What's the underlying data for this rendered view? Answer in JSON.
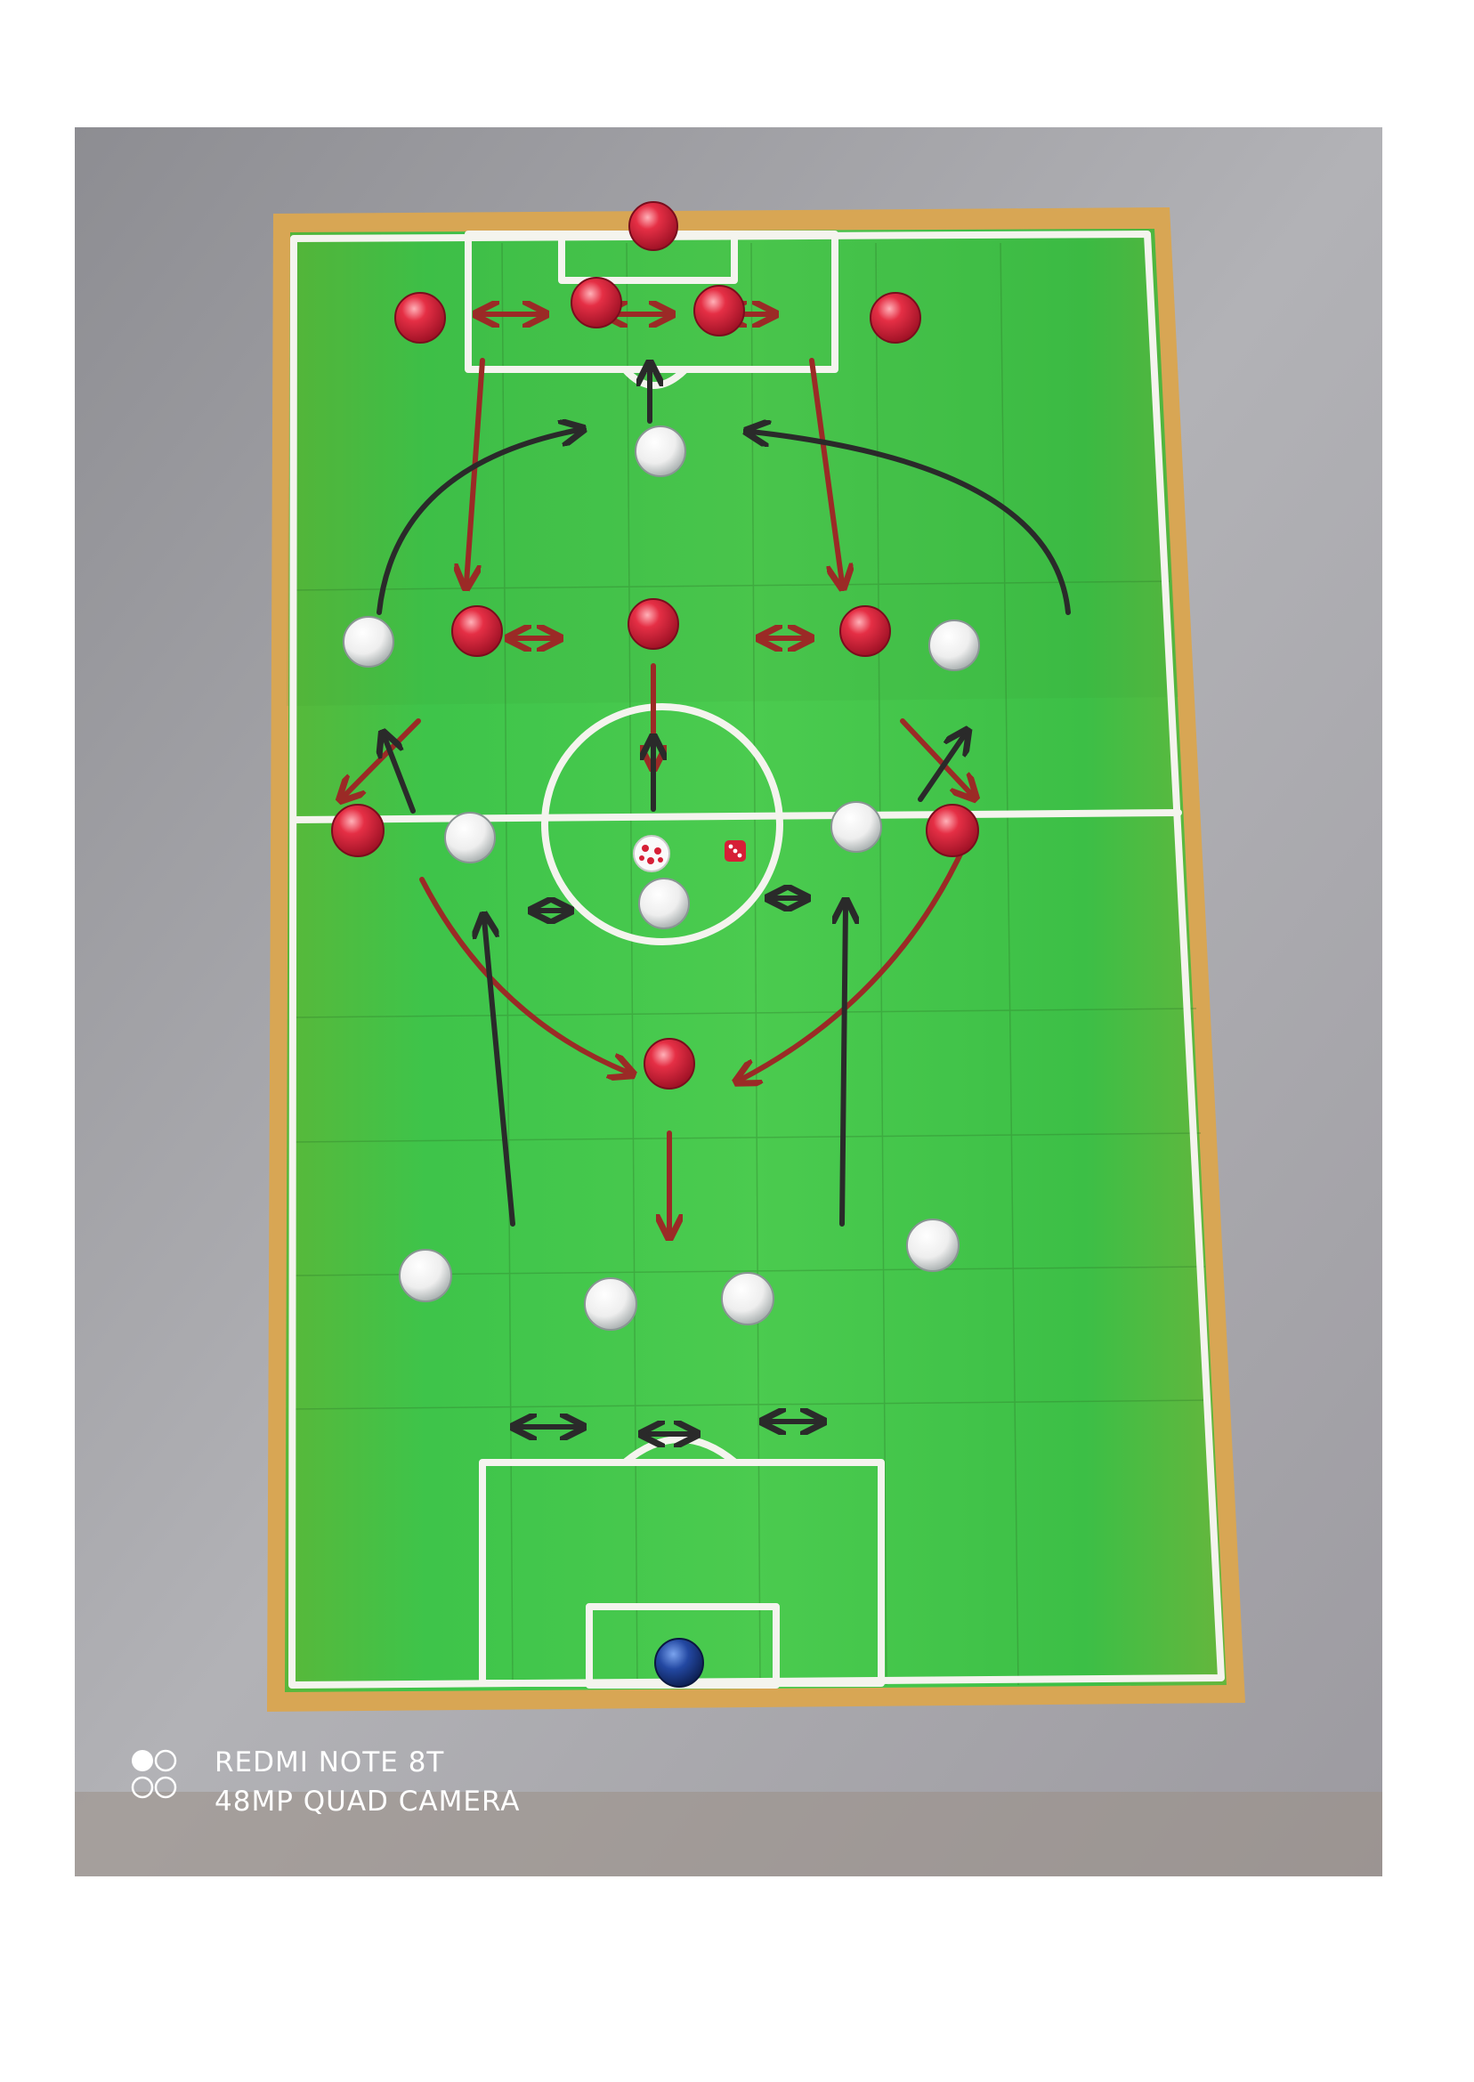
{
  "photo": {
    "subject": "tactics-board-photo",
    "colors": {
      "backdrop": "#a9a9ad",
      "board_wood": "#d8a654",
      "pitch_green": "#3fc04a",
      "chalk_line": "#f4f4ee",
      "red_piece": "#d61f36",
      "white_piece": "#f2f2f2",
      "keeper_blue": "#1d3f8a",
      "dark_arrow": "#2a2a2a",
      "red_arrow": "#9b2a26"
    }
  },
  "watermark": {
    "line1": "REDMI NOTE 8T",
    "line2": "48MP QUAD CAMERA"
  }
}
